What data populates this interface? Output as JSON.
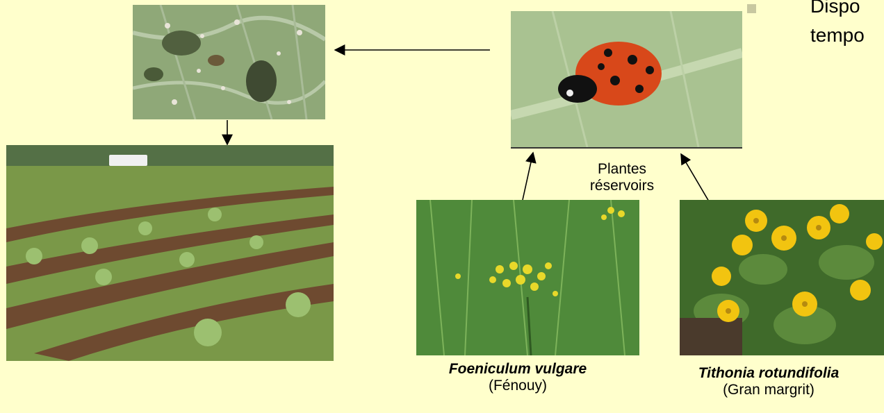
{
  "bullet": {
    "lines": [
      "Dispo",
      "tempo"
    ],
    "marker_color": "#c8c8a0"
  },
  "reservoir_label": {
    "line1": "Plantes",
    "line2": "réservoirs"
  },
  "plants": [
    {
      "scientific_name": "Foeniculum vulgare",
      "common_name": "(Fénouy)"
    },
    {
      "scientific_name": "Tithonia rotundifolia",
      "common_name": "(Gran margrit)"
    }
  ],
  "colors": {
    "background": "#ffffcc",
    "arrow": "#000000"
  }
}
